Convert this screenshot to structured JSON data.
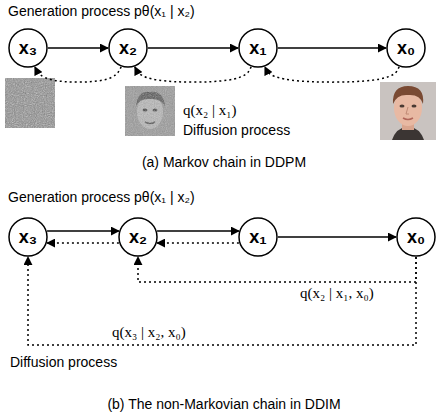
{
  "diagram": {
    "nodes": [
      {
        "text": [
          "x₃"
        ]
      },
      {
        "text": [
          "x₂"
        ]
      },
      {
        "text": [
          "x₁"
        ]
      },
      {
        "text": [
          "x₀"
        ]
      },
      {
        "text": [
          "x₃"
        ]
      },
      {
        "text": [
          "x₂"
        ]
      },
      {
        "text": [
          "x₁"
        ]
      },
      {
        "text": [
          "x₀"
        ]
      }
    ],
    "edges": [
      {
        "from": 0,
        "to": 1,
        "arrow": "to"
      },
      {
        "from": 1,
        "to": 2,
        "arrow": "to"
      },
      {
        "from": 2,
        "to": 3,
        "arrow": "to"
      },
      {
        "from": 1,
        "to": 0,
        "arrow": "to"
      },
      {
        "from": 2,
        "to": 1,
        "arrow": "to",
        "label": "q(x₂ | x₁)"
      },
      {
        "from": 3,
        "to": 2,
        "arrow": "to"
      },
      {
        "from": 4,
        "to": 5,
        "arrow": "to"
      },
      {
        "from": 5,
        "to": 6,
        "arrow": "to"
      },
      {
        "from": 6,
        "to": 7,
        "arrow": "to"
      },
      {
        "from": 5,
        "to": 4,
        "arrow": "to"
      },
      {
        "from": 6,
        "to": 5,
        "arrow": "to"
      },
      {
        "from": 7,
        "to": 5,
        "arrow": "to",
        "label": "q(x₂ | x₁, x₀)"
      },
      {
        "from": 7,
        "to": 4,
        "arrow": "to",
        "label": "q(x₃ | x₂, x₀)"
      }
    ],
    "labels": [
      "Generation process pθ(x₁ | x₂)",
      "Diffusion process",
      "(a) Markov chain in DDPM",
      "Generation process pθ(x₁ | x₂)",
      "Diffusion process",
      "(b) The non-Markovian chain in DDIM"
    ]
  }
}
